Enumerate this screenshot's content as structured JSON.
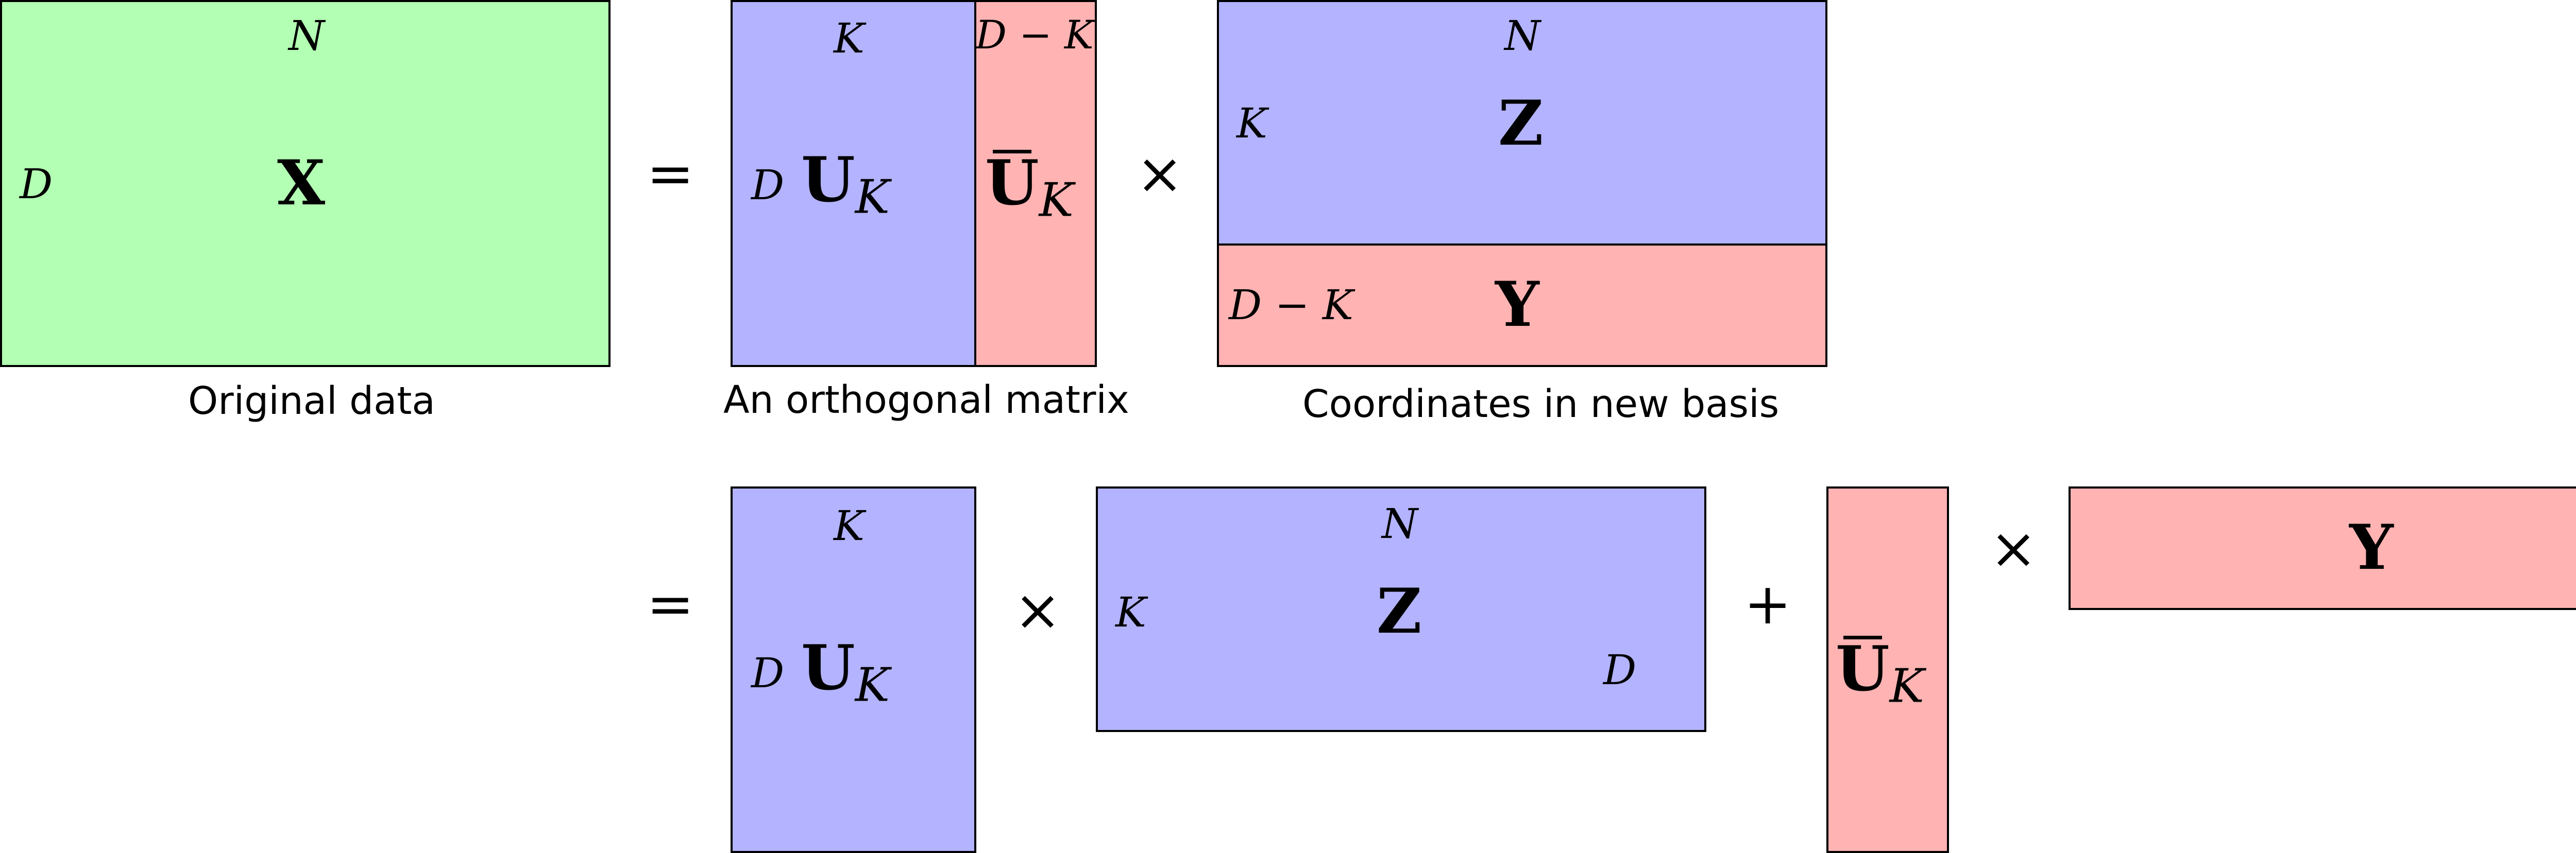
{
  "top": {
    "x_matrix": {
      "width_label": "N",
      "height_label": "D",
      "symbol": "X",
      "caption": "Original data"
    },
    "equals": "=",
    "orthogonal": {
      "uk": {
        "width_label": "K",
        "height_label": "D",
        "symbol": "U",
        "subscript": "K"
      },
      "ukbar": {
        "width_label": "D − K",
        "symbol": "U",
        "subscript": "K"
      },
      "caption": "An orthogonal matrix"
    },
    "times": "×",
    "coords": {
      "z": {
        "width_label": "N",
        "height_label": "K",
        "symbol": "Z"
      },
      "y": {
        "height_label": "D − K",
        "symbol": "Y"
      },
      "caption": "Coordinates in new basis"
    }
  },
  "bottom": {
    "equals": "=",
    "uk": {
      "width_label": "K",
      "height_label": "D",
      "symbol": "U",
      "subscript": "K"
    },
    "times1": "×",
    "z": {
      "width_label": "N",
      "height_label": "K",
      "symbol": "Z",
      "extra_label": "D"
    },
    "plus": "+",
    "ukbar": {
      "symbol": "U",
      "subscript": "K"
    },
    "times2": "×",
    "y": {
      "symbol": "Y"
    }
  },
  "colors": {
    "green": "#b3ffb3",
    "blue": "#b3b3ff",
    "red": "#ffb3b3",
    "stroke": "#000000"
  }
}
